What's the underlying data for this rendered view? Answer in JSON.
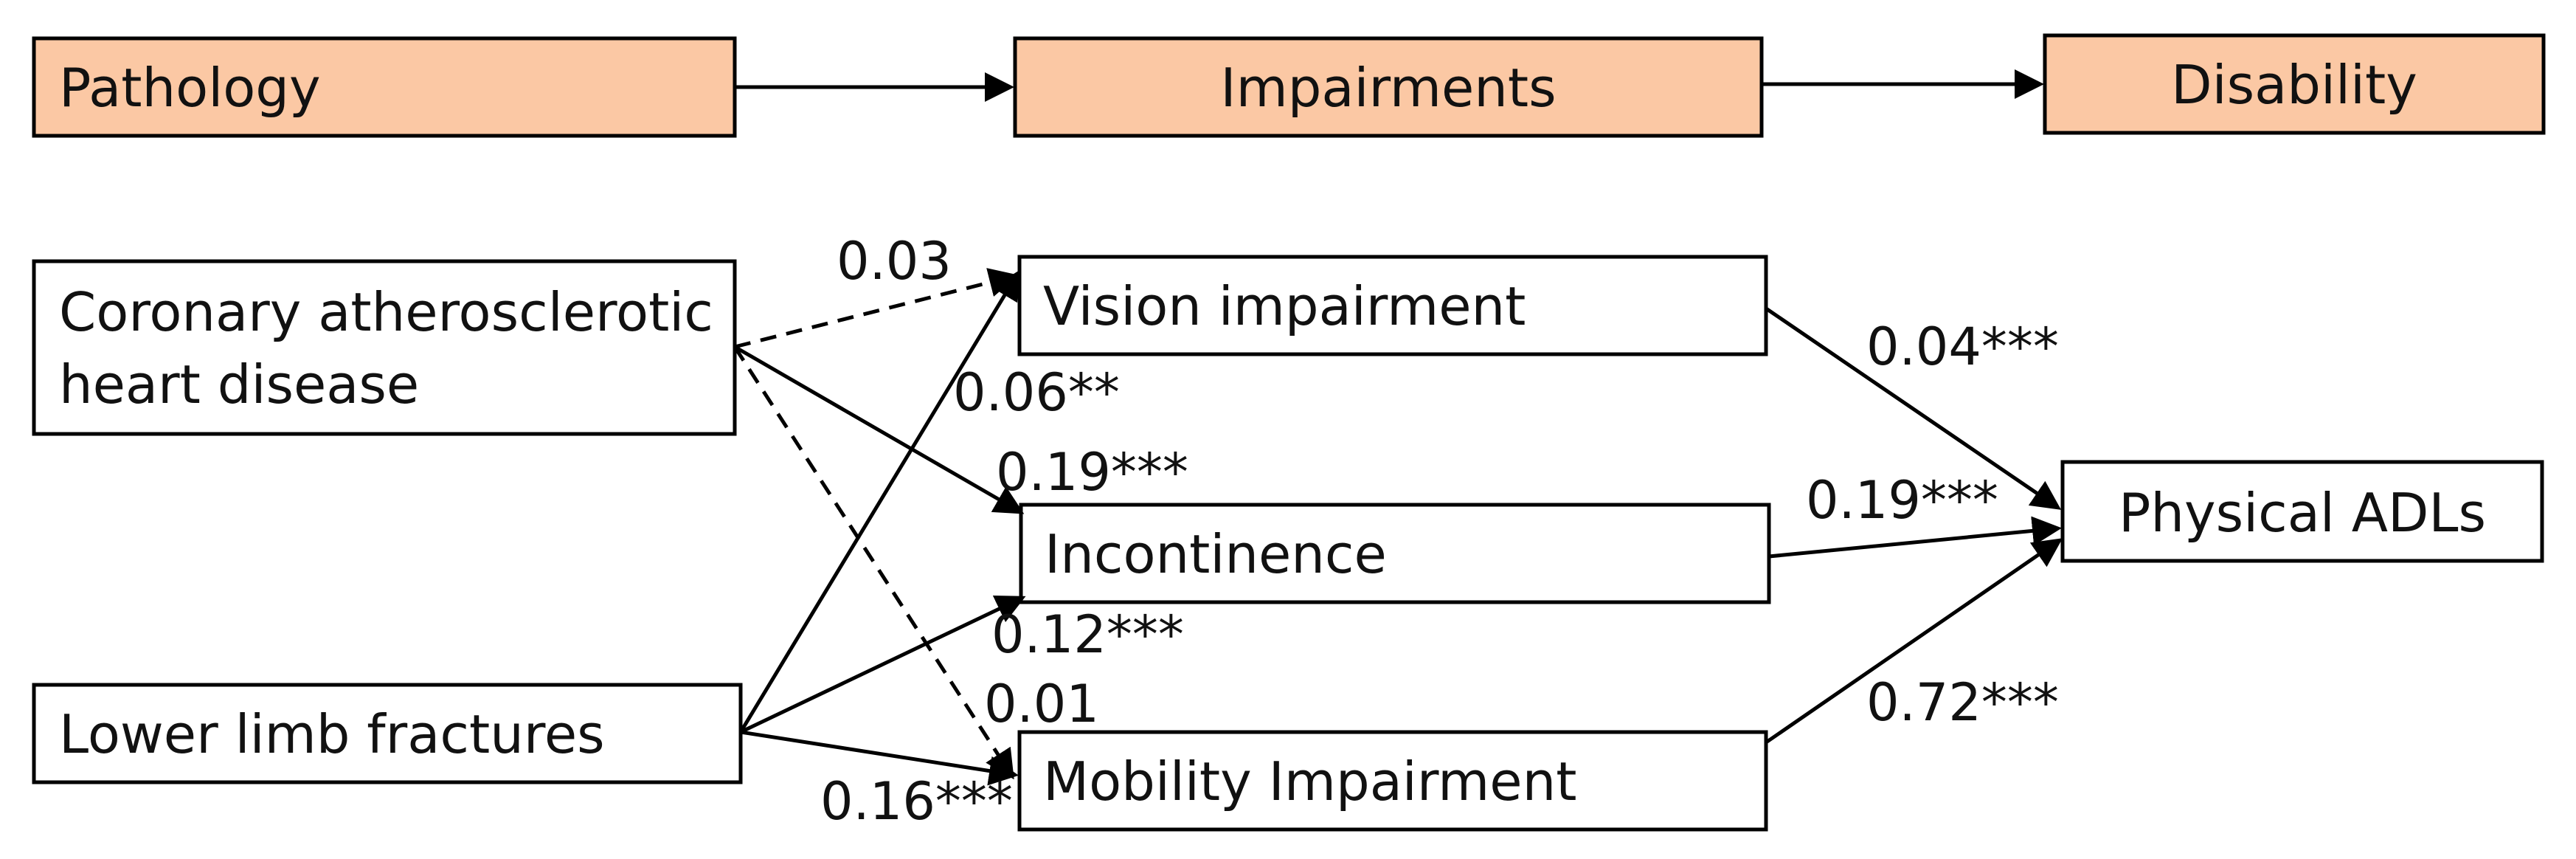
{
  "header": {
    "pathology": "Pathology",
    "impairments": "Impairments",
    "disability": "Disability"
  },
  "nodes": {
    "chd_line1": "Coronary atherosclerotic",
    "chd_line2": "heart disease",
    "lower_limb": "Lower limb fractures",
    "vision": "Vision impairment",
    "incontinence": "Incontinence",
    "mobility": "Mobility Impairment",
    "adls": "Physical ADLs"
  },
  "coefficients": {
    "chd_vision": "0.03",
    "chd_incontinence": "0.19***",
    "chd_mobility": "0.01",
    "llf_vision": "0.06**",
    "llf_incontinence": "0.12***",
    "llf_mobility": "0.16***",
    "vision_adls": "0.04***",
    "incontinence_adls": "0.19***",
    "mobility_adls": "0.72***"
  },
  "colors": {
    "header_fill": "#fbc8a4",
    "stroke": "#000000"
  }
}
